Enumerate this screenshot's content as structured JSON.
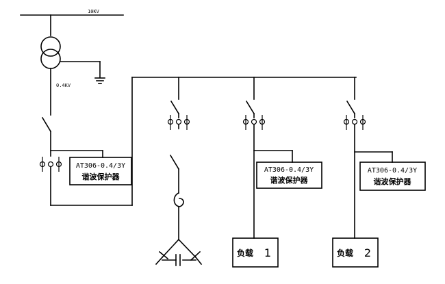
{
  "labels": {
    "hv_voltage": "10KV",
    "lv_voltage": "0.4KV"
  },
  "filter_boxes": [
    {
      "model": "AT306-0.4/3Y",
      "name": "谐波保护器"
    },
    {
      "model": "AT306-0.4/3Y",
      "name": "谐波保护器"
    },
    {
      "model": "AT306-0.4/3Y",
      "name": "谐波保护器"
    }
  ],
  "loads": [
    {
      "label": "负载",
      "number": "1"
    },
    {
      "label": "负载",
      "number": "2"
    }
  ]
}
